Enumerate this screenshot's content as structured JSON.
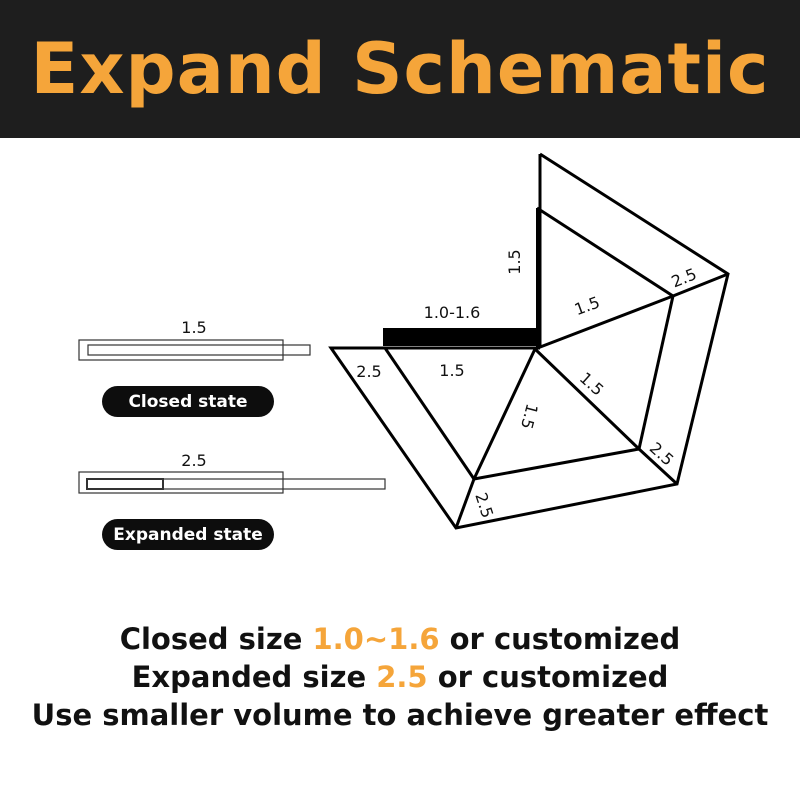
{
  "header": {
    "title": "Expand Schematic"
  },
  "left": {
    "closed_dim": "1.5",
    "closed_label": "Closed state",
    "expanded_dim": "2.5",
    "expanded_label": "Expanded state"
  },
  "diagram": {
    "vertical_dim": "1.5",
    "bar_dim": "1.0-1.6",
    "labels": [
      "2.5",
      "1.5",
      "1.5",
      "2.5",
      "1.5",
      "1.5",
      "2.5",
      "2.5"
    ]
  },
  "caption": {
    "line1_pre": "Closed size ",
    "line1_hl": "1.0~1.6",
    "line1_post": " or customized",
    "line2_pre": "Expanded size ",
    "line2_hl": "2.5",
    "line2_post": " or customized",
    "line3": "Use smaller volume to achieve greater effect"
  },
  "colors": {
    "accent": "#f5a53a",
    "header_bg": "#1e1e1e"
  }
}
